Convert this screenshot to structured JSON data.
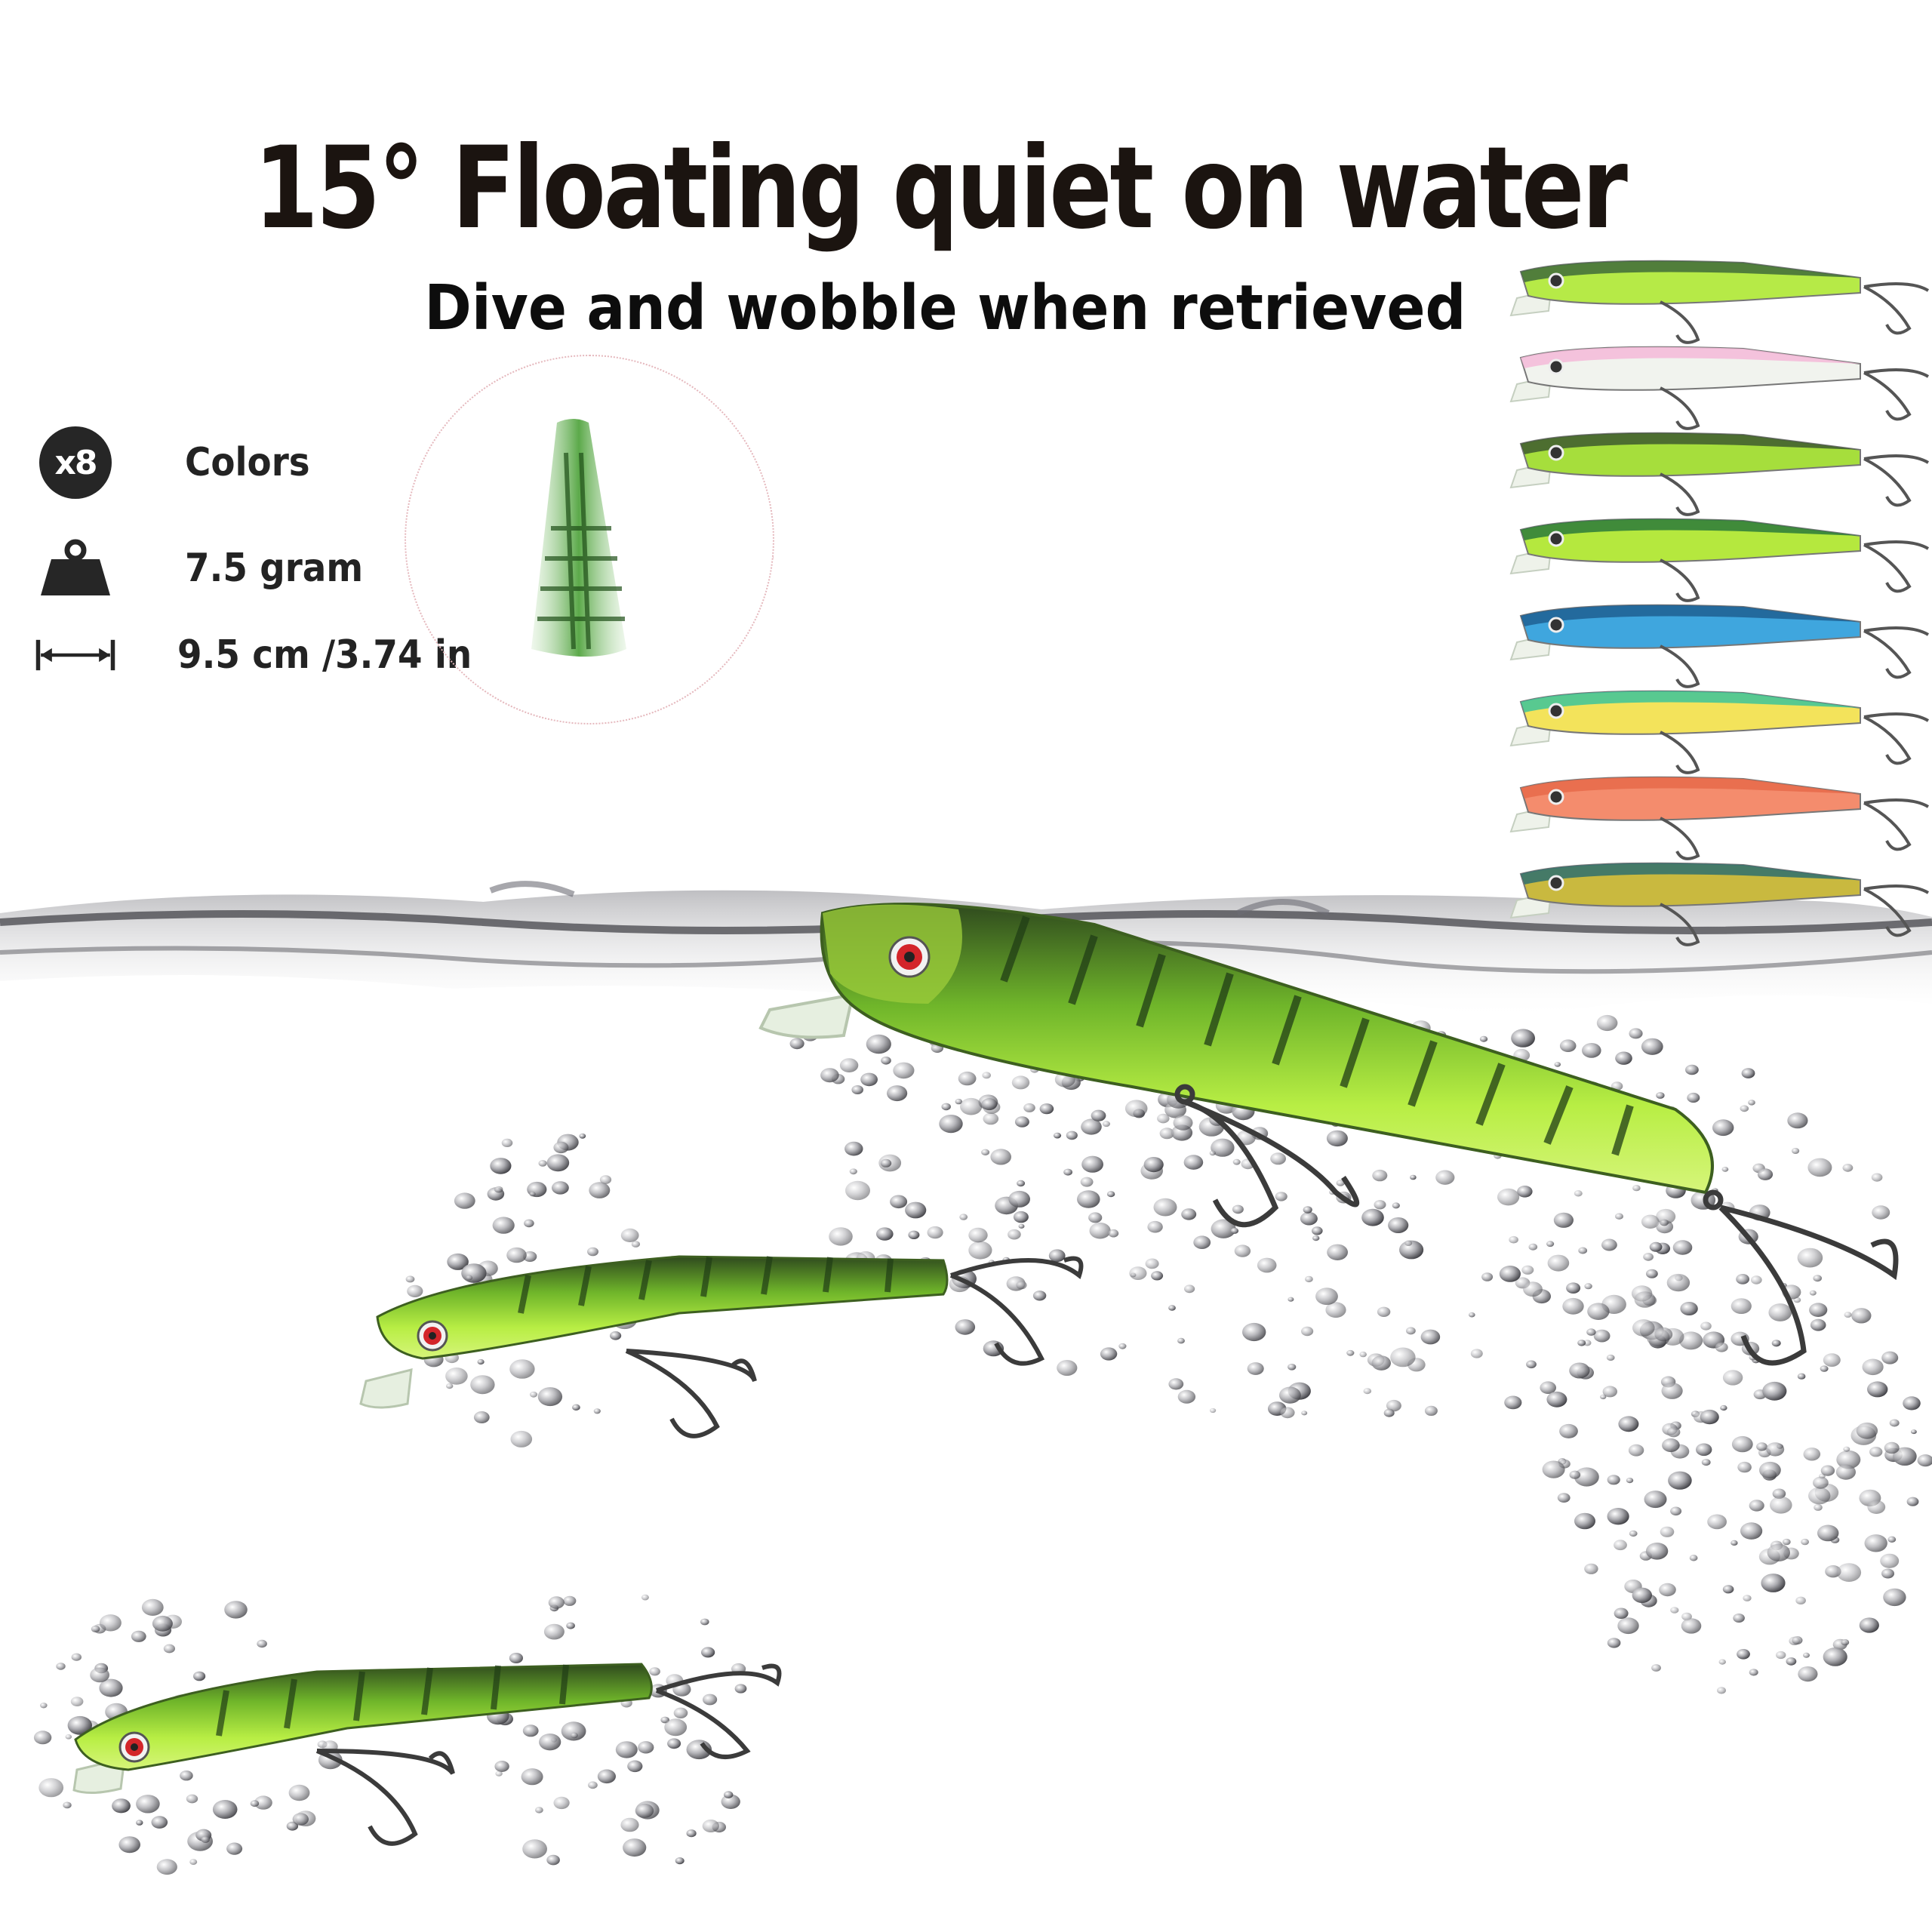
{
  "headline": "15° Floating quiet on water",
  "subheadline": "Dive and wobble when retrieved",
  "specs": {
    "colors_badge": "x8",
    "colors_label": "Colors",
    "weight_label": "7.5 gram",
    "length_label": "9.5 cm /3.74 in"
  },
  "icons": {
    "weight": "weight-icon",
    "length": "length-arrow-icon",
    "count": "count-badge-icon"
  },
  "palette": {
    "text_dark": "#1b1410",
    "lure_green": "#a6e63a",
    "lure_stripe": "#2b4a1a",
    "background": "#ffffff"
  },
  "variant_colors": [
    {
      "body": "#b6ea47",
      "back": "#3f6b3a"
    },
    {
      "body": "#f1f3ee",
      "back": "#f4b8d8"
    },
    {
      "body": "#a6de3c",
      "back": "#3d5b2e"
    },
    {
      "body": "#b5e83e",
      "back": "#2c7a3a"
    },
    {
      "body": "#3fa6de",
      "back": "#1f5f92"
    },
    {
      "body": "#f3e35b",
      "back": "#3cc49a"
    },
    {
      "body": "#f48c6d",
      "back": "#e66a4a"
    },
    {
      "body": "#c9b93f",
      "back": "#2e6e6e"
    }
  ]
}
